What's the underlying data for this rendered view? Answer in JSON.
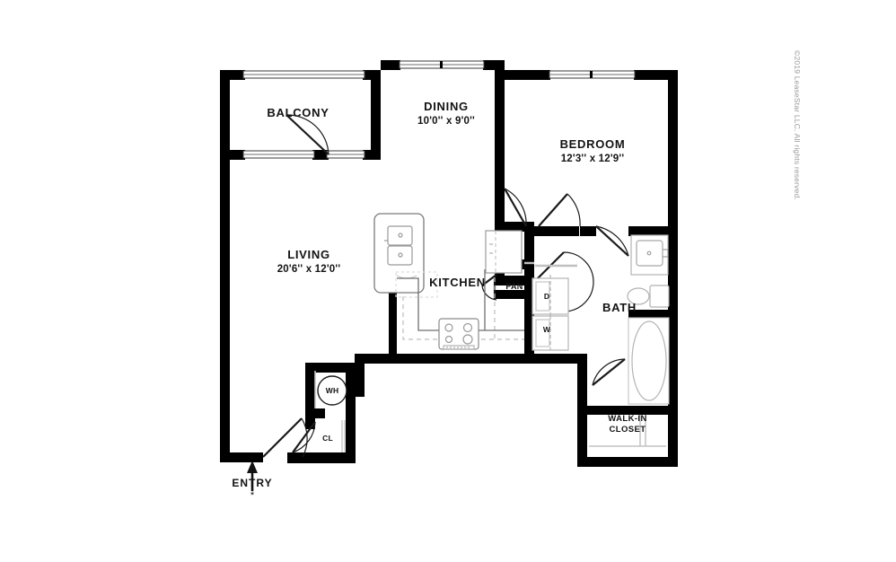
{
  "document": {
    "type": "apartment-floor-plan",
    "copyright": "©2019 LeaseStar LLC. All rights reserved.",
    "background_color": "#ffffff",
    "wall_color": "#000000",
    "fixture_line_color": "#a8a8a8",
    "text_color": "#121212",
    "copyright_color": "#9a9a9a"
  },
  "rooms": {
    "balcony": {
      "name": "BALCONY",
      "dims": ""
    },
    "dining": {
      "name": "DINING",
      "dims": "10'0'' x 9'0''"
    },
    "bedroom": {
      "name": "BEDROOM",
      "dims": "12'3'' x 12'9''"
    },
    "living": {
      "name": "LIVING",
      "dims": "20'6'' x 12'0''"
    },
    "kitchen": {
      "name": "KITCHEN",
      "dims": ""
    },
    "bath": {
      "name": "BATH",
      "dims": ""
    },
    "walk_in_closet": {
      "line1": "WALK-IN",
      "line2": "CLOSET"
    }
  },
  "annotations": {
    "pantry": "PAN",
    "dryer": "D",
    "washer": "W",
    "water_heater": "WH",
    "coat_closet": "CL",
    "entry": "ENTRY",
    "entry_note": "*"
  },
  "fixtures": {
    "kitchen_island_sink": "double-basin-sink",
    "range": "4-burner-range",
    "refrigerator": "refrigerator",
    "bath_vanity_sink": "vanity-sink",
    "toilet": "toilet",
    "bathtub": "bathtub"
  }
}
